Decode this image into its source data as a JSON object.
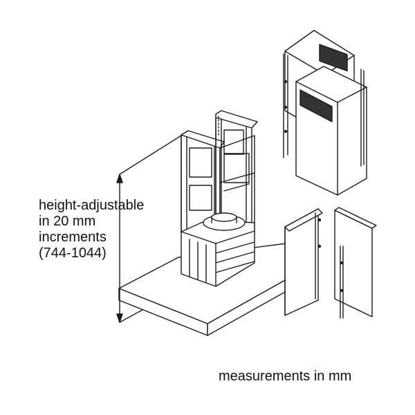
{
  "annotation": {
    "lines": [
      "height-adjustable",
      "in 20 mm",
      "increments",
      "(744-1044)"
    ]
  },
  "note": "measurements in mm",
  "colors": {
    "stroke": "#1a1a1a",
    "fill": "#ffffff",
    "vent": "#333333"
  }
}
